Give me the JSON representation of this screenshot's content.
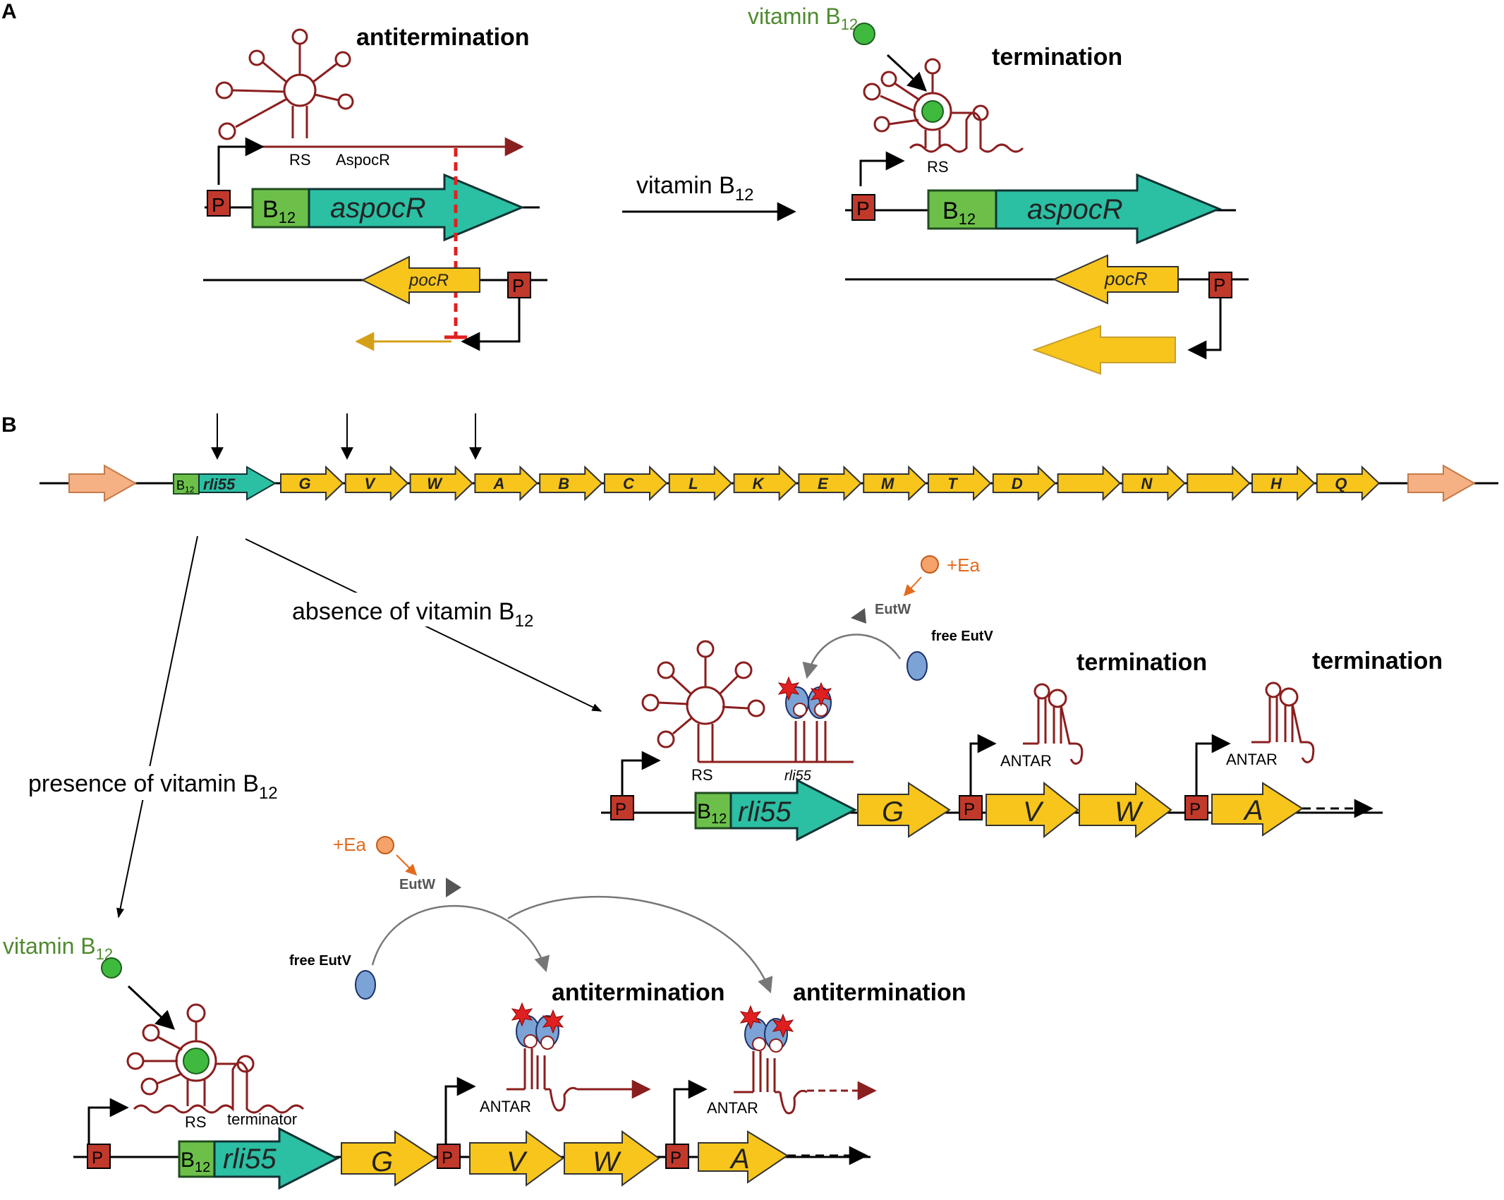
{
  "panels": {
    "a": "A",
    "b": "B"
  },
  "panel_a": {
    "left_state": "antitermination",
    "right_state": "termination",
    "rs_label": "RS",
    "transcript_label": "AspocR",
    "promoter_label": "P",
    "b12_box": "B",
    "b12_sub": "12",
    "gene_aspocr": "aspocR",
    "gene_pocr": "pocR",
    "arrow_label_main": "vitamin B",
    "arrow_label_sub": "12",
    "ligand_label_main": "vitamin B",
    "ligand_label_sub": "12"
  },
  "panel_b": {
    "operon_genes": [
      "G",
      "V",
      "W",
      "A",
      "B",
      "C",
      "L",
      "K",
      "E",
      "M",
      "T",
      "D",
      "",
      "N",
      "",
      "H",
      "Q"
    ],
    "operon_b12": "B",
    "operon_b12_sub": "12",
    "operon_rli": "rli55",
    "absence_main": "absence of vitamin B",
    "absence_sub": "12",
    "presence_main": "presence of vitamin B",
    "presence_sub": "12",
    "ea_label": "+Ea",
    "eutw_label": "EutW",
    "free_eutv": "free EutV",
    "termination": "termination",
    "antitermination": "antitermination",
    "antar": "ANTAR",
    "rs_label": "RS",
    "rli55_small": "rli55",
    "terminator": "terminator",
    "gene_rli55": "rli55",
    "gene_g": "G",
    "gene_v": "V",
    "gene_w": "W",
    "gene_a": "A",
    "promoter": "P",
    "b12_box": "B",
    "b12_sub": "12",
    "vitamin_main": "vitamin B",
    "vitamin_sub": "12"
  },
  "colors": {
    "promoter": "#c0392b",
    "b12_box": "#6cc04a",
    "teal_gene": "#2bbfa4",
    "yellow_gene": "#f7c51b",
    "flank_gene": "#f5b183",
    "rna": "#8b1e1e",
    "ligand": "#3fba3f",
    "eutv": "#7ba3d6",
    "ea": "#f5a36a",
    "red_block": "#e02020"
  }
}
